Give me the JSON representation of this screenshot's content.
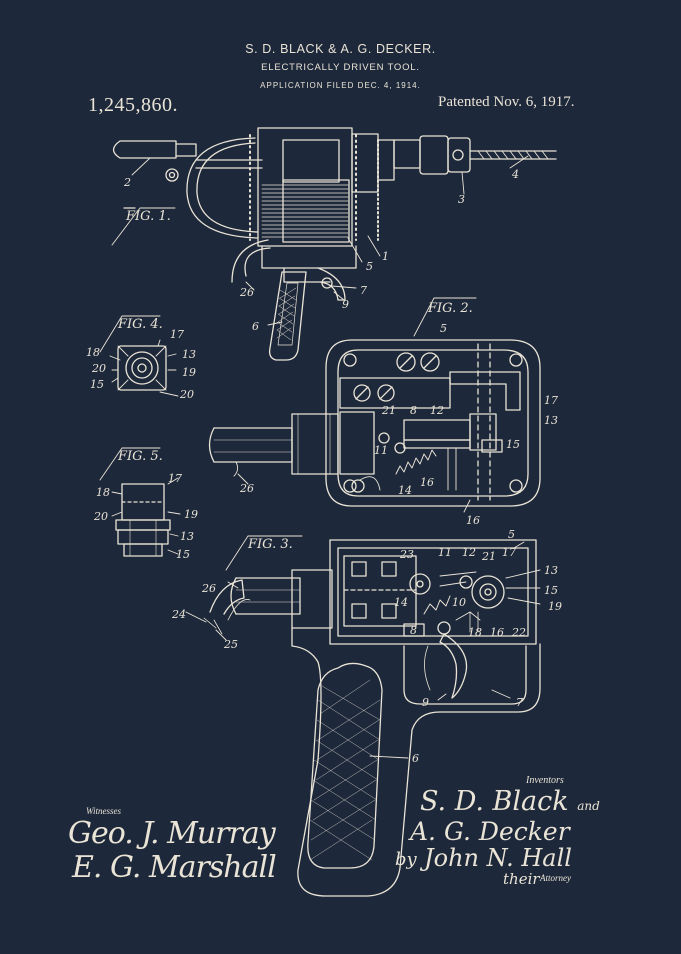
{
  "inventors_line": "S. D. BLACK & A. G. DECKER.",
  "title_line": "ELECTRICALLY DRIVEN TOOL.",
  "application_line": "APPLICATION FILED DEC. 4, 1914.",
  "patent_number": "1,245,860.",
  "patent_date": "Patented Nov. 6, 1917.",
  "inventors_label": "Inventors",
  "witnesses_label": "Witnesses",
  "attorney_label": "Attorney",
  "signatures": {
    "inventor_1": "S. D. Black",
    "and": "and",
    "inventor_2": "A. G. Decker",
    "by": "by",
    "attorney": "John N. Hall",
    "their": "their",
    "witness_1": "Geo. J. Murray",
    "witness_2": "E. G. Marshall"
  },
  "figures": {
    "fig1": "FIG. 1.",
    "fig2": "FIG. 2.",
    "fig3": "FIG. 3.",
    "fig4": "FIG. 4.",
    "fig5": "FIG. 5."
  },
  "ref_numerals": {
    "n1": "1",
    "n2": "2",
    "n3": "3",
    "n4": "4",
    "n5": "5",
    "n6": "6",
    "n7": "7",
    "n8": "8",
    "n9": "9",
    "n10": "10",
    "n11": "11",
    "n12": "12",
    "n13": "13",
    "n14": "14",
    "n15": "15",
    "n16": "16",
    "n17": "17",
    "n18": "18",
    "n19": "19",
    "n20": "20",
    "n21": "21",
    "n22": "22",
    "n23": "23",
    "n24": "24",
    "n25": "25",
    "n26": "26"
  },
  "colors": {
    "background": "#1e283b",
    "ink": "#e9e4d6"
  }
}
